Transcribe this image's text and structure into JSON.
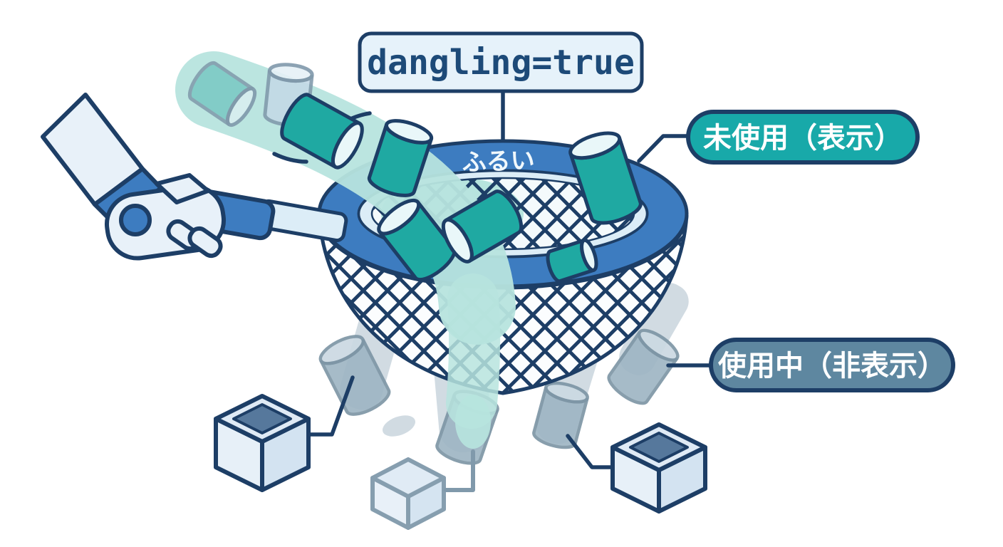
{
  "labels": {
    "filter_condition": "dangling=true",
    "sieve": "ふるい",
    "unused_badge": "未使用（表示）",
    "in_use_badge": "使用中（非表示）"
  },
  "colors": {
    "bg": "#ffffff",
    "outline_navy": "#1d3e66",
    "rim_blue": "#3d7cc0",
    "rim_light": "#dcedf7",
    "teal": "#1fa9a2",
    "cap_light": "#e9f7f9",
    "ghost_teal": "#79c8c3",
    "ghost_blue": "#c3d9e6",
    "stream_teal": "#b7e4de",
    "teal_badge": "#18a9a9",
    "slate_badge": "#5e87a0",
    "badge_text": "#ffffff",
    "label_bg": "#e6f2fa",
    "label_text": "#1d4a78",
    "gray_cylinder": "#9fb6c4",
    "gray_cylinder_cap": "#cbd9e2",
    "gray_outline": "#8099ab",
    "gray_stream": "#a3b8c6",
    "cube_top": "#dfeaf5",
    "cube_face_left": "#e7f0f8",
    "cube_face_right": "#d3e3f1",
    "cube_inset": "#56789c",
    "arm_light": "#e8f1f9"
  }
}
